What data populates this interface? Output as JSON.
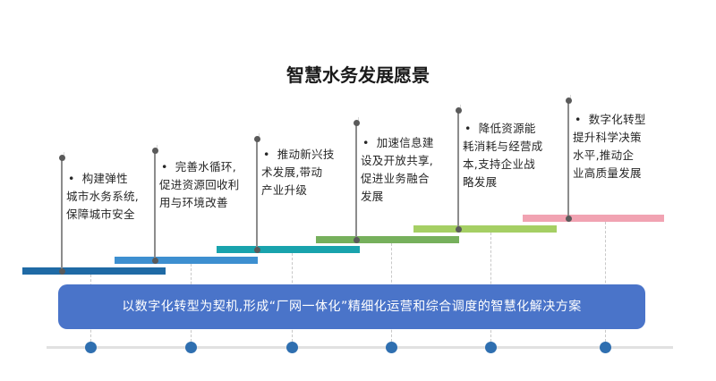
{
  "title": "智慧水务发展愿景",
  "steps": [
    {
      "color": "#1f6aa5",
      "lines": [
        "构建弹性",
        "城市水务系统,",
        "保障城市安全"
      ]
    },
    {
      "color": "#3d8fd0",
      "lines": [
        "完善水循环,",
        "促进资源回收利",
        "用与环境改善"
      ]
    },
    {
      "color": "#19a3ad",
      "lines": [
        "推动新兴技",
        "术发展,带动",
        "产业升级"
      ]
    },
    {
      "color": "#76b05c",
      "lines": [
        "加速信息建",
        "设及开放共享,",
        "促进业务融合",
        "发展"
      ]
    },
    {
      "color": "#a5cf64",
      "lines": [
        "降低资源能",
        "耗消耗与经营成",
        "本,支持企业战",
        "略发展"
      ]
    },
    {
      "color": "#f1a3b2",
      "lines": [
        "数字化转型",
        "提升科学决策",
        "水平,推动企",
        "业高质量发展"
      ]
    }
  ],
  "bullet": "•",
  "banner": "以数字化转型为契机,形成“厂网一体化”精细化运营和综合调度的智慧化解决方案",
  "timeline_points": 6
}
